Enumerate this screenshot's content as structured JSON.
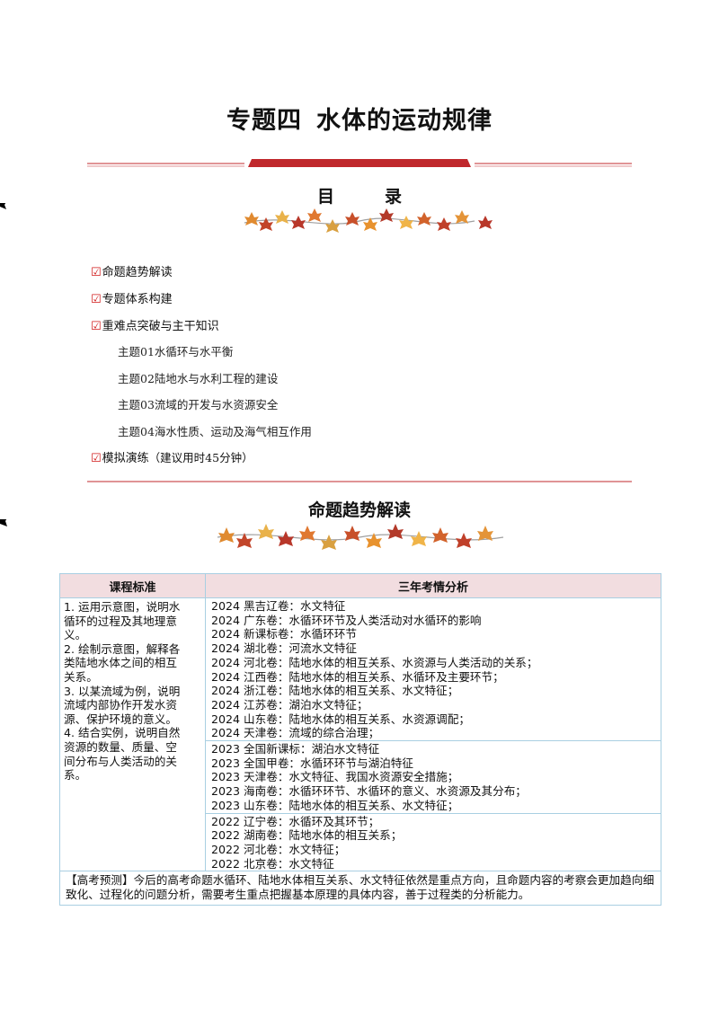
{
  "doc": {
    "title_a": "专题四",
    "title_b": "水体的运动规律",
    "toc_head_a": "目",
    "toc_head_b": "录",
    "toc": {
      "items": [
        {
          "label": "命题趋势解读"
        },
        {
          "label": "专题体系构建"
        },
        {
          "label": "重难点突破与主干知识"
        },
        {
          "label": "模拟演练",
          "note": "（建议用时45分钟）"
        }
      ],
      "subitems": [
        "主题01水循环与水平衡",
        "主题02陆地水与水利工程的建设",
        "主题03流域的开发与水资源安全",
        "主题04海水性质、运动及海气相互作用"
      ]
    },
    "section_head": "命题趋势解读",
    "table": {
      "col1": "课程标准",
      "col2": "三年考情分析",
      "standards": [
        "1. 运用示意图，说明水",
        "循环的过程及其地理意",
        "义。",
        "2. 绘制示意图，解释各",
        "类陆地水体之间的相互",
        "关系。",
        "3. 以某流域为例，说明",
        "流域内部协作开发水资",
        "源、保护环境的意义。",
        "4. 结合实例，说明自然",
        "资源的数量、质量、空",
        "间分布与人类活动的关",
        "系。"
      ],
      "y2024": [
        "2024 黑吉辽卷：水文特征",
        "2024 广东卷：水循环环节及人类活动对水循环的影响",
        "2024 新课标卷：水循环环节",
        "2024 湖北卷：河流水文特征",
        "2024 河北卷：陆地水体的相互关系、水资源与人类活动的关系；",
        "2024 江西卷：陆地水体的相互关系、水循环及主要环节；",
        "2024 浙江卷：陆地水体的相互关系、水文特征；",
        "2024 江苏卷：湖泊水文特征；",
        "2024 山东卷：陆地水体的相互关系、水资源调配；",
        "2024 天津卷：流域的综合治理；"
      ],
      "y2023": [
        "2023 全国新课标：湖泊水文特征",
        "2023 全国甲卷：水循环环节与湖泊特征",
        "2023 天津卷：水文特征、我国水资源安全措施；",
        "2023 海南卷：水循环环节、水循环的意义、水资源及其分布；",
        "2023 山东卷：陆地水体的相互关系、水文特征；"
      ],
      "y2022": [
        "2022 辽宁卷：水循环及其环节；",
        "2022 湖南卷：陆地水体的相互关系；",
        "2022 河北卷：水文特征；",
        "2022 北京卷：水文特征"
      ],
      "prediction": "【高考预测】今后的高考命题水循环、陆地水体相互关系、水文特征依然是重点方向，且命题内容的考察会更加趋向细致化、过程化的问题分析，需要考生重点把握基本原理的具体内容，善于过程类的分析能力。"
    }
  },
  "colors": {
    "accent_red": "#c0282c",
    "checkbox_red": "#d01818",
    "table_border": "#a9cfe2",
    "header_bg": "#f2dde0"
  }
}
